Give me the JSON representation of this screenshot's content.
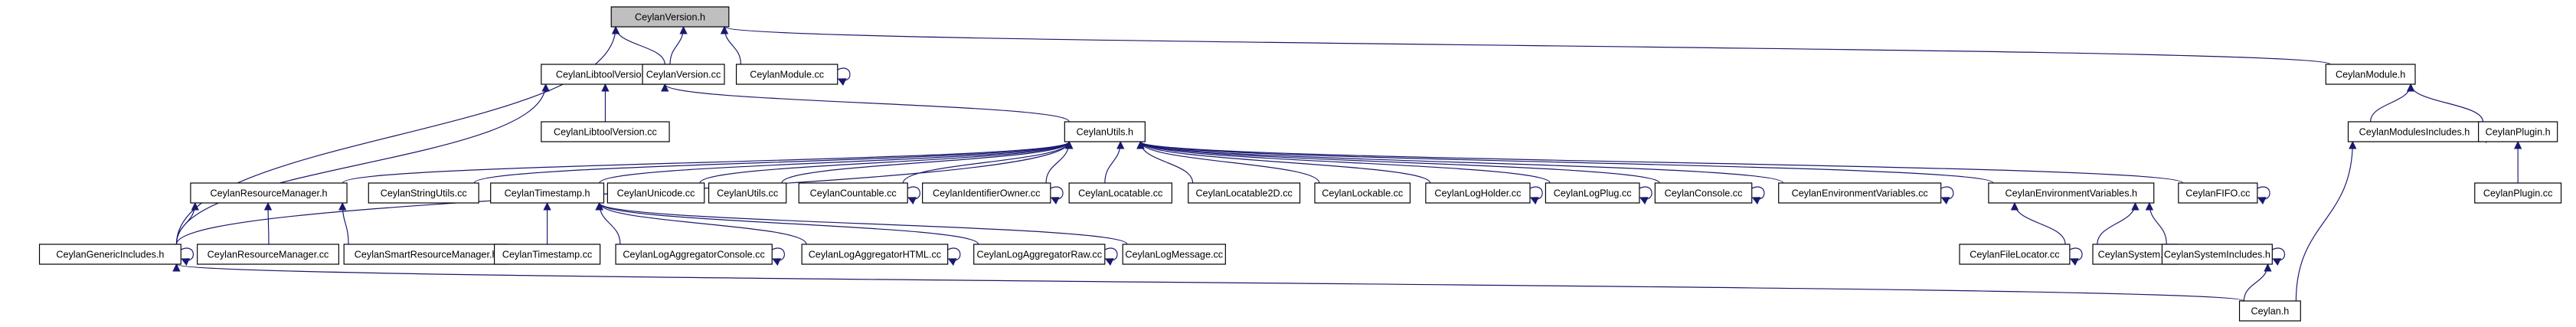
{
  "colors": {
    "edge": "#191970",
    "root_fill": "#bfbfbf",
    "node_fill": "#ffffff",
    "node_border": "#000000"
  },
  "nodes": [
    {
      "id": "n0",
      "label": "CeylanVersion.h",
      "root": true
    },
    {
      "id": "n1",
      "label": "CeylanGenericIncludes.h"
    },
    {
      "id": "n2",
      "label": "CeylanLibtoolVersion.h"
    },
    {
      "id": "n3",
      "label": "CeylanVersion.cc"
    },
    {
      "id": "n4",
      "label": "CeylanModule.cc"
    },
    {
      "id": "n5",
      "label": "CeylanModule.h"
    },
    {
      "id": "n6",
      "label": "CeylanLibtoolVersion.cc"
    },
    {
      "id": "n7",
      "label": "CeylanUtils.h"
    },
    {
      "id": "n8",
      "label": "CeylanModulesIncludes.h"
    },
    {
      "id": "n9",
      "label": "CeylanPlugin.h"
    },
    {
      "id": "n10",
      "label": "CeylanPlugin.cc"
    },
    {
      "id": "n11",
      "label": "CeylanResourceManager.h"
    },
    {
      "id": "n12",
      "label": "CeylanStringUtils.cc"
    },
    {
      "id": "n13",
      "label": "CeylanTimestamp.h"
    },
    {
      "id": "n14",
      "label": "CeylanUnicode.cc"
    },
    {
      "id": "n15",
      "label": "CeylanUtils.cc"
    },
    {
      "id": "n16",
      "label": "CeylanCountable.cc"
    },
    {
      "id": "n17",
      "label": "CeylanIdentifierOwner.cc"
    },
    {
      "id": "n18",
      "label": "CeylanLocatable.cc"
    },
    {
      "id": "n19",
      "label": "CeylanLocatable2D.cc"
    },
    {
      "id": "n20",
      "label": "CeylanLockable.cc"
    },
    {
      "id": "n21",
      "label": "CeylanLogHolder.cc"
    },
    {
      "id": "n22",
      "label": "CeylanLogPlug.cc"
    },
    {
      "id": "n23",
      "label": "CeylanConsole.cc"
    },
    {
      "id": "n24",
      "label": "CeylanEnvironmentVariables.cc"
    },
    {
      "id": "n25",
      "label": "CeylanEnvironmentVariables.h"
    },
    {
      "id": "n26",
      "label": "CeylanFIFO.cc"
    },
    {
      "id": "n27",
      "label": "CeylanResourceManager.cc"
    },
    {
      "id": "n28",
      "label": "CeylanSmartResourceManager.h"
    },
    {
      "id": "n29",
      "label": "CeylanTimestamp.cc"
    },
    {
      "id": "n30",
      "label": "CeylanLogAggregatorConsole.cc"
    },
    {
      "id": "n31",
      "label": "CeylanLogAggregatorHTML.cc"
    },
    {
      "id": "n32",
      "label": "CeylanLogAggregatorRaw.cc"
    },
    {
      "id": "n33",
      "label": "CeylanLogMessage.cc"
    },
    {
      "id": "n34",
      "label": "CeylanFileLocator.cc"
    },
    {
      "id": "n35",
      "label": "CeylanSystem.cc"
    },
    {
      "id": "n36",
      "label": "CeylanSystemIncludes.h"
    },
    {
      "id": "n37",
      "label": "Ceylan.h"
    }
  ],
  "edges": [
    {
      "from": "n1",
      "to": "n0"
    },
    {
      "from": "n2",
      "to": "n0"
    },
    {
      "from": "n3",
      "to": "n0"
    },
    {
      "from": "n4",
      "to": "n0"
    },
    {
      "from": "n5",
      "to": "n0"
    },
    {
      "from": "n1",
      "to": "n2"
    },
    {
      "from": "n6",
      "to": "n2"
    },
    {
      "from": "n7",
      "to": "n2"
    },
    {
      "from": "n8",
      "to": "n5"
    },
    {
      "from": "n9",
      "to": "n5"
    },
    {
      "from": "n10",
      "to": "n9"
    },
    {
      "from": "n1",
      "to": "n7"
    },
    {
      "from": "n11",
      "to": "n7"
    },
    {
      "from": "n12",
      "to": "n7"
    },
    {
      "from": "n13",
      "to": "n7"
    },
    {
      "from": "n14",
      "to": "n7"
    },
    {
      "from": "n15",
      "to": "n7"
    },
    {
      "from": "n16",
      "to": "n7"
    },
    {
      "from": "n17",
      "to": "n7"
    },
    {
      "from": "n18",
      "to": "n7"
    },
    {
      "from": "n19",
      "to": "n7"
    },
    {
      "from": "n20",
      "to": "n7"
    },
    {
      "from": "n21",
      "to": "n7"
    },
    {
      "from": "n22",
      "to": "n7"
    },
    {
      "from": "n23",
      "to": "n7"
    },
    {
      "from": "n24",
      "to": "n7"
    },
    {
      "from": "n25",
      "to": "n7"
    },
    {
      "from": "n26",
      "to": "n7"
    },
    {
      "from": "n1",
      "to": "n11"
    },
    {
      "from": "n27",
      "to": "n11"
    },
    {
      "from": "n28",
      "to": "n11"
    },
    {
      "from": "n29",
      "to": "n13"
    },
    {
      "from": "n30",
      "to": "n13"
    },
    {
      "from": "n31",
      "to": "n13"
    },
    {
      "from": "n32",
      "to": "n13"
    },
    {
      "from": "n33",
      "to": "n13"
    },
    {
      "from": "n34",
      "to": "n25"
    },
    {
      "from": "n35",
      "to": "n25"
    },
    {
      "from": "n36",
      "to": "n25"
    },
    {
      "from": "n37",
      "to": "n36"
    },
    {
      "from": "n37",
      "to": "n8"
    },
    {
      "from": "n37",
      "to": "n1"
    }
  ],
  "self_loops": [
    "n1",
    "n4",
    "n8",
    "n16",
    "n17",
    "n21",
    "n22",
    "n23",
    "n24",
    "n26",
    "n30",
    "n31",
    "n32",
    "n34",
    "n36"
  ]
}
